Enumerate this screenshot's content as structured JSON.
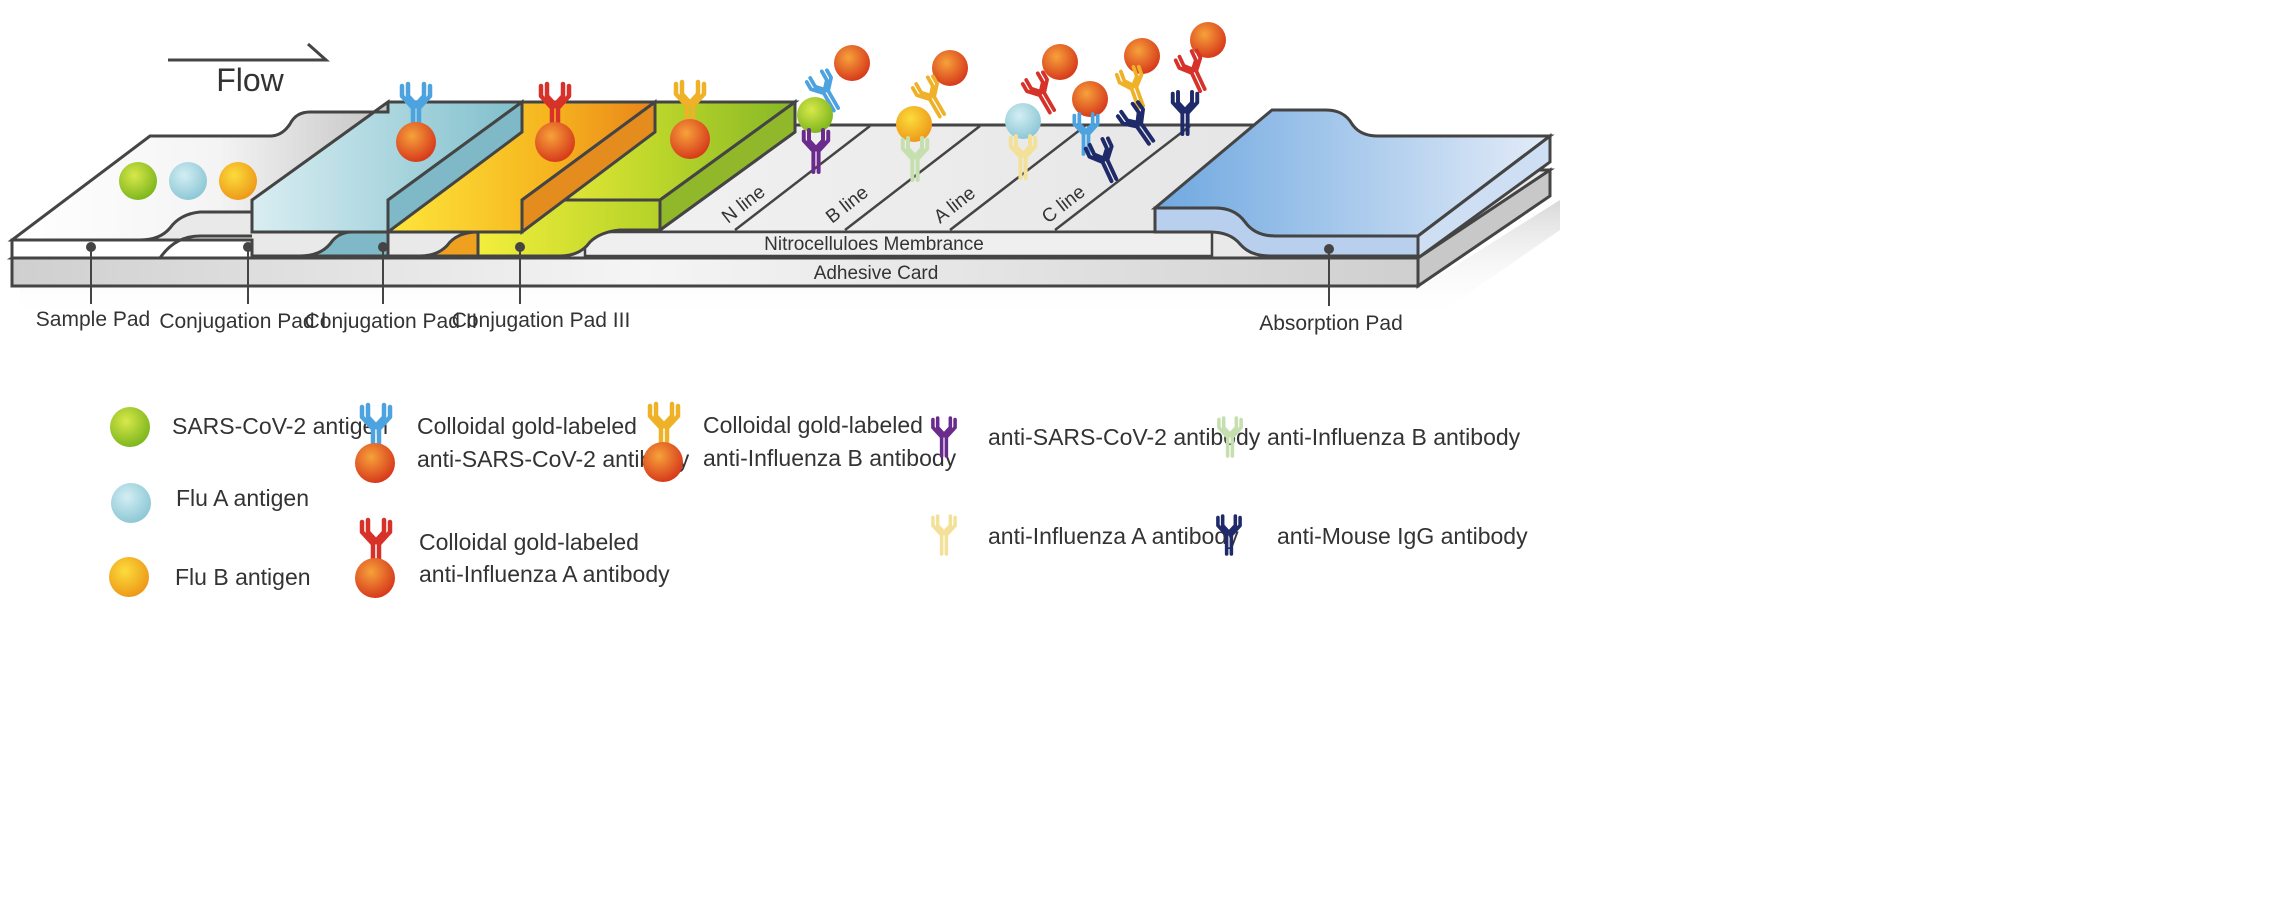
{
  "flow_label": "Flow",
  "membrane_label": "Nitrocelluloes Membrance",
  "card_label": "Adhesive Card",
  "test_lines": [
    "N line",
    "B line",
    "A line",
    "C line"
  ],
  "pad_labels": {
    "sample": "Sample Pad",
    "conj1": "Conjugation Pad Ⅰ",
    "conj2": "Conjugation Pad II",
    "conj3": "Conjugation Pad III",
    "absorption": "Absorption Pad"
  },
  "legend": {
    "sars_antigen": "SARS-CoV-2 antigen",
    "flua_antigen": "Flu A antigen",
    "flub_antigen": "Flu B antigen",
    "gold_sars_1": "Colloidal gold-labeled",
    "gold_sars_2": "anti-SARS-CoV-2 antibody",
    "gold_fluA_1": "Colloidal gold-labeled",
    "gold_fluA_2": "anti-Influenza A antibody",
    "gold_fluB_1": "Colloidal gold-labeled",
    "gold_fluB_2": "anti-Influenza B antibody",
    "anti_sars": "anti-SARS-CoV-2 antibody",
    "anti_flub": "anti-Influenza B antibody",
    "anti_flua": "anti-Influenza A antibody",
    "anti_mouse": "anti-Mouse IgG antibody"
  },
  "colors": {
    "sars_antigen": "#9cc425",
    "flua_antigen": "#a9d6e0",
    "flub_antigen": "#f2b21e",
    "gold": "#dd4a1c",
    "ab_sars_label": "#4da3e0",
    "ab_flua_label": "#d6322a",
    "ab_flub_label": "#eeb128",
    "ab_anti_sars": "#6b2b8c",
    "ab_anti_flub": "#c5dfae",
    "ab_anti_flua": "#f3e19a",
    "ab_anti_mouse": "#1f2a6b"
  }
}
